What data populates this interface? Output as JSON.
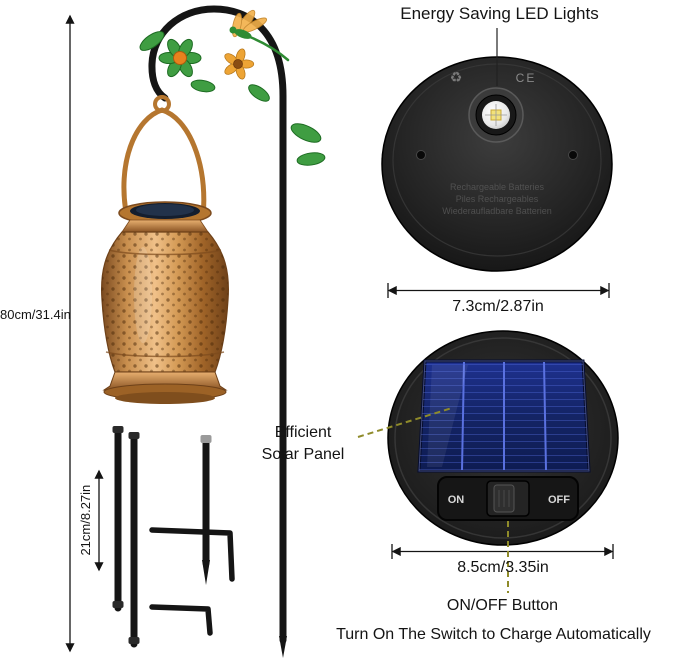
{
  "colors": {
    "ink": "#141414",
    "copper": "#b5762f",
    "leaf_green": "#3f9d42",
    "panel_blue": "#142465",
    "pointer_dash": "#8f8b2a"
  },
  "left": {
    "height_dim": "80cm/31.4in",
    "pole_dim": "21cm/8.27in"
  },
  "led_unit": {
    "title": "Energy Saving LED Lights",
    "diameter": "7.3cm/2.87in",
    "recycle_icon": "♻",
    "ce_mark": "CE",
    "etched_lines": [
      "Rechargeable Batteries",
      "Piles Rechargeables",
      "Wiederaufladbare Batterien"
    ]
  },
  "solar_unit": {
    "label_line1": "Efficient",
    "label_line2": "Solar Panel",
    "diameter": "8.5cm/3.35in",
    "on": "ON",
    "off": "OFF",
    "switch_label": "ON/OFF Button",
    "note": "Turn On The Switch to Charge Automatically"
  }
}
